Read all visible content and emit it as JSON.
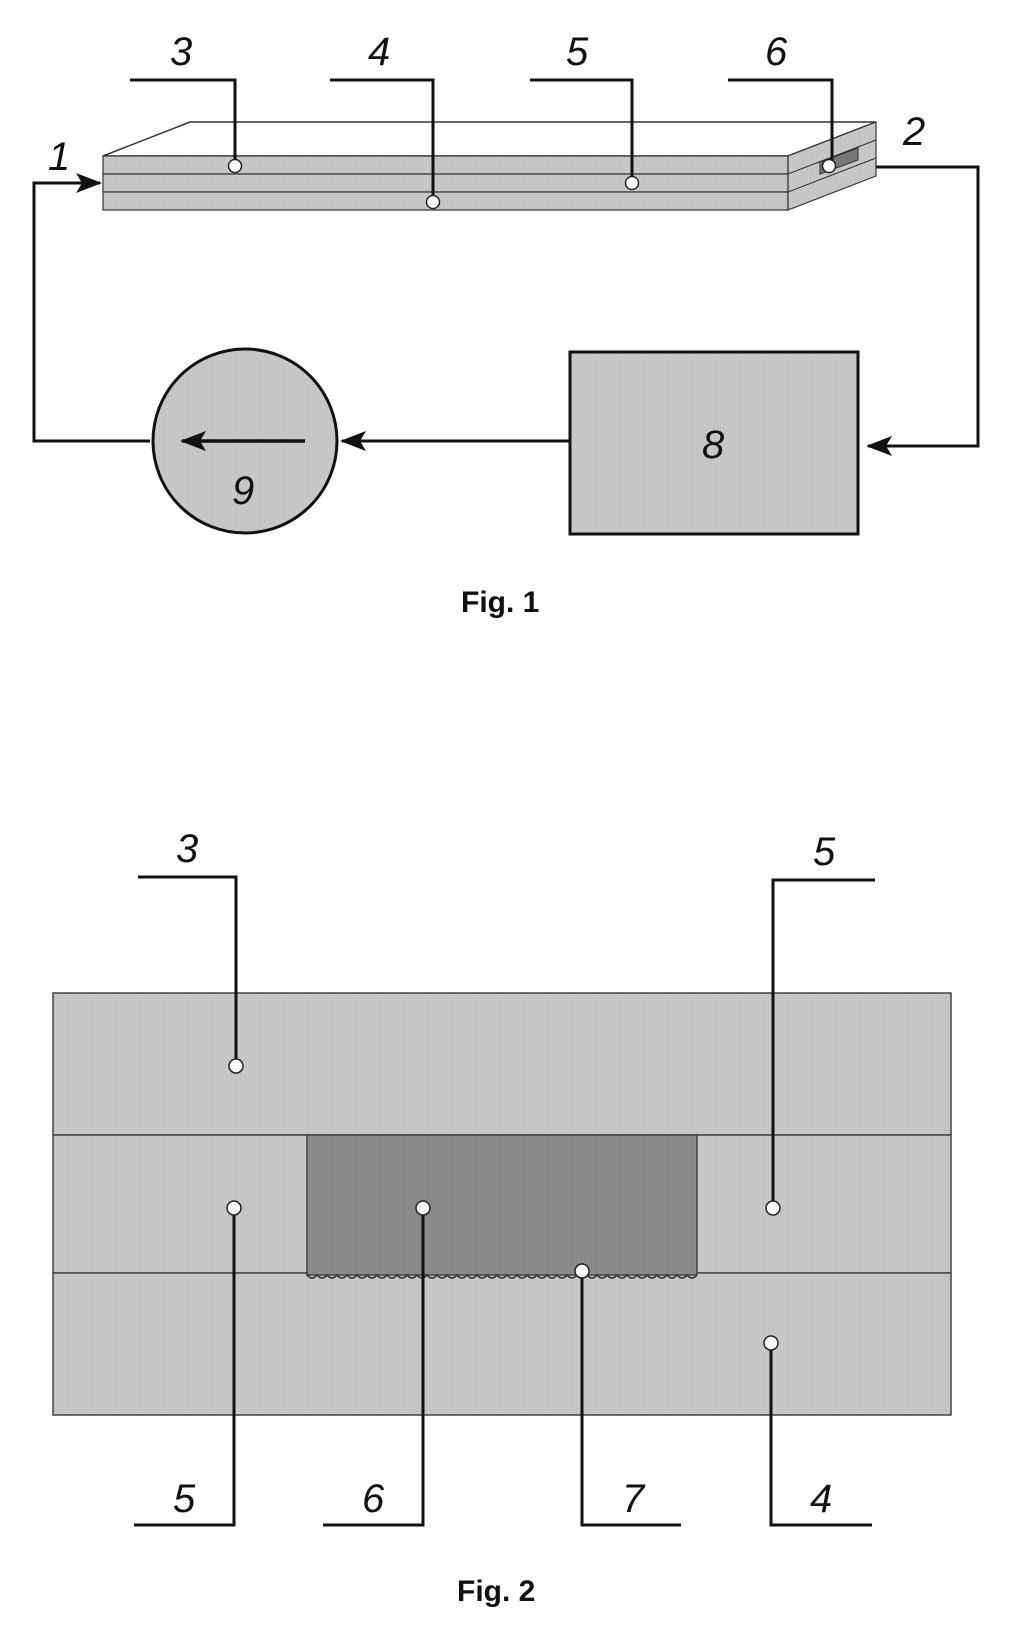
{
  "figure1": {
    "caption": "Fig. 1",
    "labels": {
      "l1": "1",
      "l2": "2",
      "l3": "3",
      "l4": "4",
      "l5": "5",
      "l6": "6",
      "l8": "8",
      "l9": "9"
    }
  },
  "figure2": {
    "caption": "Fig. 2",
    "labels": {
      "top3": "3",
      "top5": "5",
      "bottom5": "5",
      "bottom6": "6",
      "bottom7": "7",
      "bottom4": "4"
    }
  },
  "colors": {
    "layer_light": "#c9c9c9",
    "layer_dark": "#8a8a8a",
    "line": "#111111"
  }
}
